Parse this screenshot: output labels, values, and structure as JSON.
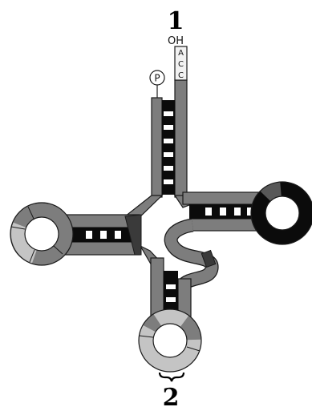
{
  "labels": {
    "three_prime_number": "1",
    "anticodon_number": "2",
    "oh": "OH",
    "acc_a": "A",
    "acc_c1": "C",
    "acc_c2": "C",
    "phosphate": "P"
  },
  "colors": {
    "strand_gray": "#7d7d7d",
    "stem_dark": "#585858",
    "light_gray": "#c4c4c4",
    "black": "#000000",
    "outline": "#1a1a1a",
    "rung": "#ffffff",
    "acc_tail": "#f2f2f2"
  }
}
